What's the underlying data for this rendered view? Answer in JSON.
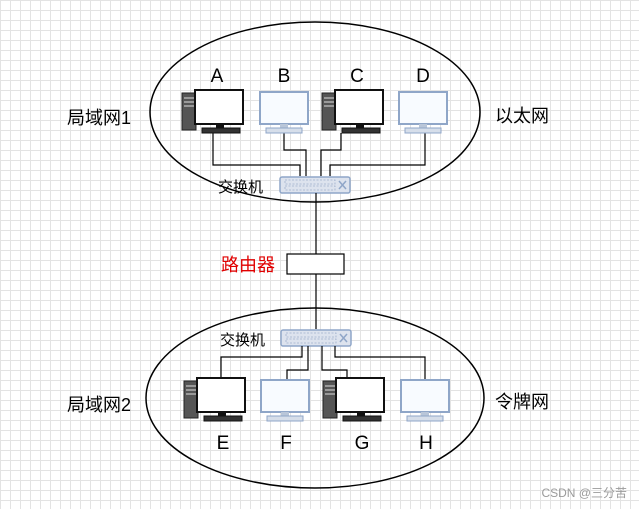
{
  "lan1": {
    "name": "局域网1",
    "type": "以太网",
    "switch_label": "交换机",
    "hosts": [
      "A",
      "B",
      "C",
      "D"
    ]
  },
  "router": {
    "label": "路由器",
    "color": "#e00000"
  },
  "lan2": {
    "name": "局域网2",
    "type": "令牌网",
    "switch_label": "交换机",
    "hosts": [
      "E",
      "F",
      "G",
      "H"
    ]
  },
  "watermark": "CSDN @三分苦",
  "colors": {
    "monitor_frame": "#8fa6c8",
    "monitor_screen": "#ffffff",
    "switch_fill": "#dde3ee"
  }
}
